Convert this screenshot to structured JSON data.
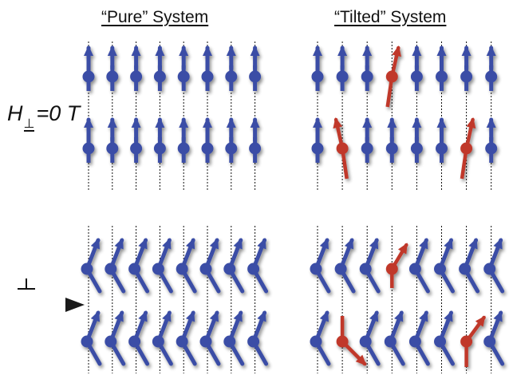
{
  "titles": {
    "pure": "“Pure” System",
    "tilted": "“Tilted” System"
  },
  "field_label": {
    "H": "H",
    "sub": "⊥",
    "value": "=0 T"
  },
  "colors": {
    "normal_spin": "#3b4ea6",
    "tilted_spin": "#c0392b",
    "guide_line": "#111111",
    "field_arrow": "#1a1a1a"
  },
  "panels": [
    {
      "name": "pure-zero-field",
      "field": "zero",
      "rows": 2,
      "cols": 8,
      "tilted_spins": []
    },
    {
      "name": "tilted-zero-field",
      "field": "zero",
      "rows": 2,
      "cols": 8,
      "tilted_spins": [
        {
          "row": 0,
          "col": 3
        },
        {
          "row": 1,
          "col": 1
        },
        {
          "row": 1,
          "col": 6
        }
      ]
    },
    {
      "name": "pure-applied-field",
      "field": "applied",
      "rows": 2,
      "cols": 8,
      "tilted_spins": []
    },
    {
      "name": "tilted-applied-field",
      "field": "applied",
      "rows": 2,
      "cols": 8,
      "tilted_spins": [
        {
          "row": 0,
          "col": 3
        },
        {
          "row": 1,
          "col": 1
        },
        {
          "row": 1,
          "col": 6
        }
      ]
    }
  ],
  "icons": [
    "field-arrow-icon",
    "spin-arrow-icon"
  ]
}
